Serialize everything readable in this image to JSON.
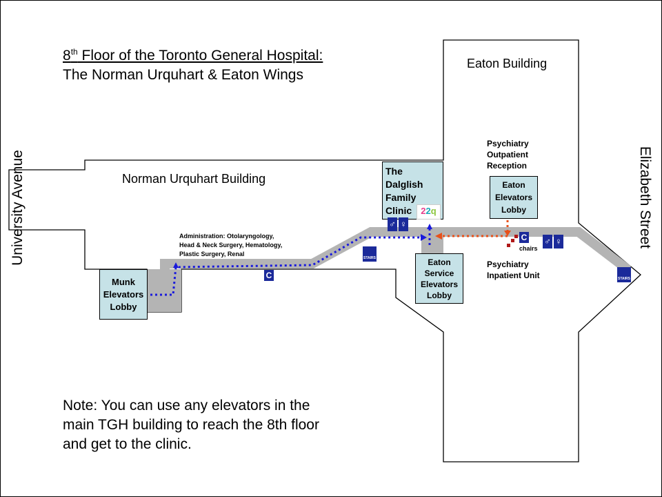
{
  "title": {
    "line1_super_num": "8",
    "line1_super": "th",
    "line1_rest": " Floor of the Toronto General Hospital:",
    "line2": "The Norman Urquhart & Eaton Wings"
  },
  "buildings": {
    "eaton": "Eaton Building",
    "norman": "Norman  Urquhart  Building"
  },
  "streets": {
    "west": "University Avenue",
    "east": "Elizabeth Street"
  },
  "rooms": {
    "clinic": [
      "The",
      "Dalglish",
      "Family",
      "Clinic"
    ],
    "clinic_logo": {
      "a": "2",
      "b": "2",
      "c": "q"
    },
    "munk": [
      "Munk",
      "Elevators",
      "Lobby"
    ],
    "eaton_service": [
      "Eaton",
      "Service",
      "Elevators",
      "Lobby"
    ],
    "eaton_elev": [
      "Eaton",
      "Elevators",
      "Lobby"
    ]
  },
  "labels": {
    "psych_out": [
      "Psychiatry",
      "Outpatient",
      "Reception"
    ],
    "psych_in": [
      "Psychiatry",
      "Inpatient Unit"
    ],
    "admin": [
      "Administration: Otolaryngology,",
      "Head & Neck Surgery, Hematology,",
      "Plastic Surgery, Renal"
    ],
    "chairs": "chairs",
    "stairs": "STAIRS",
    "phone": "C"
  },
  "note": [
    "Note:  You can use any elevators in the",
    "main TGH building to reach the 8th floor",
    "and get to the clinic."
  ],
  "colors": {
    "route_blue": "#1a1adc",
    "route_orange": "#e8501a",
    "corridor": "#b4b4b4",
    "room_fill": "#c6e2e7",
    "icon_blue": "#1b2a9a",
    "chairs_red": "#b01818"
  }
}
